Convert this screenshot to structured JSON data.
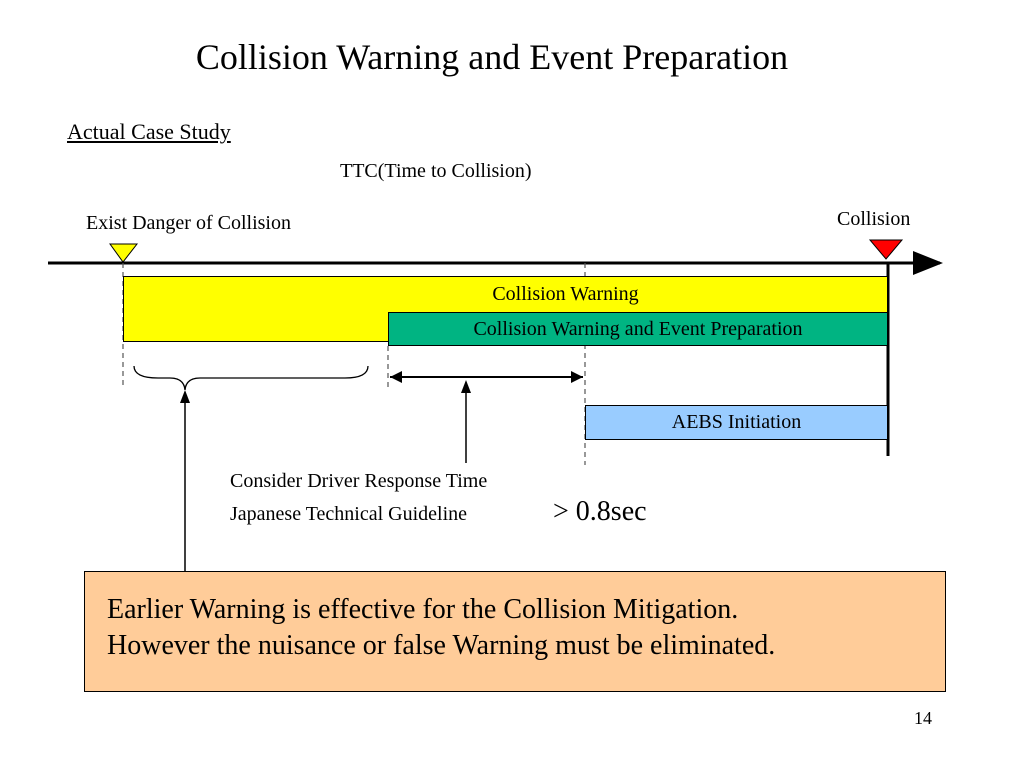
{
  "slide": {
    "title": "Collision Warning and Event Preparation",
    "subtitle": "Actual Case Study",
    "page_number": "14"
  },
  "timeline": {
    "axis_label": "TTC(Time to Collision)",
    "start_label": "Exist Danger of Collision",
    "end_label": "Collision",
    "start_marker_color": "#ffff00",
    "end_marker_color": "#ff0000"
  },
  "bars": {
    "collision_warning": {
      "label": "Collision Warning",
      "color": "#ffff00"
    },
    "warning_event_prep": {
      "label": "Collision Warning and Event Preparation",
      "color": "#00b482"
    },
    "aebs": {
      "label": "AEBS Initiation",
      "color": "#99ccff"
    }
  },
  "annotations": {
    "driver_response": "Consider Driver Response Time",
    "guideline": "Japanese Technical Guideline",
    "threshold": "> 0.8sec"
  },
  "note": {
    "line1": "Earlier Warning is effective for the Collision Mitigation.",
    "line2": "However the nuisance or false Warning must be eliminated.",
    "color": "#ffcc99"
  }
}
